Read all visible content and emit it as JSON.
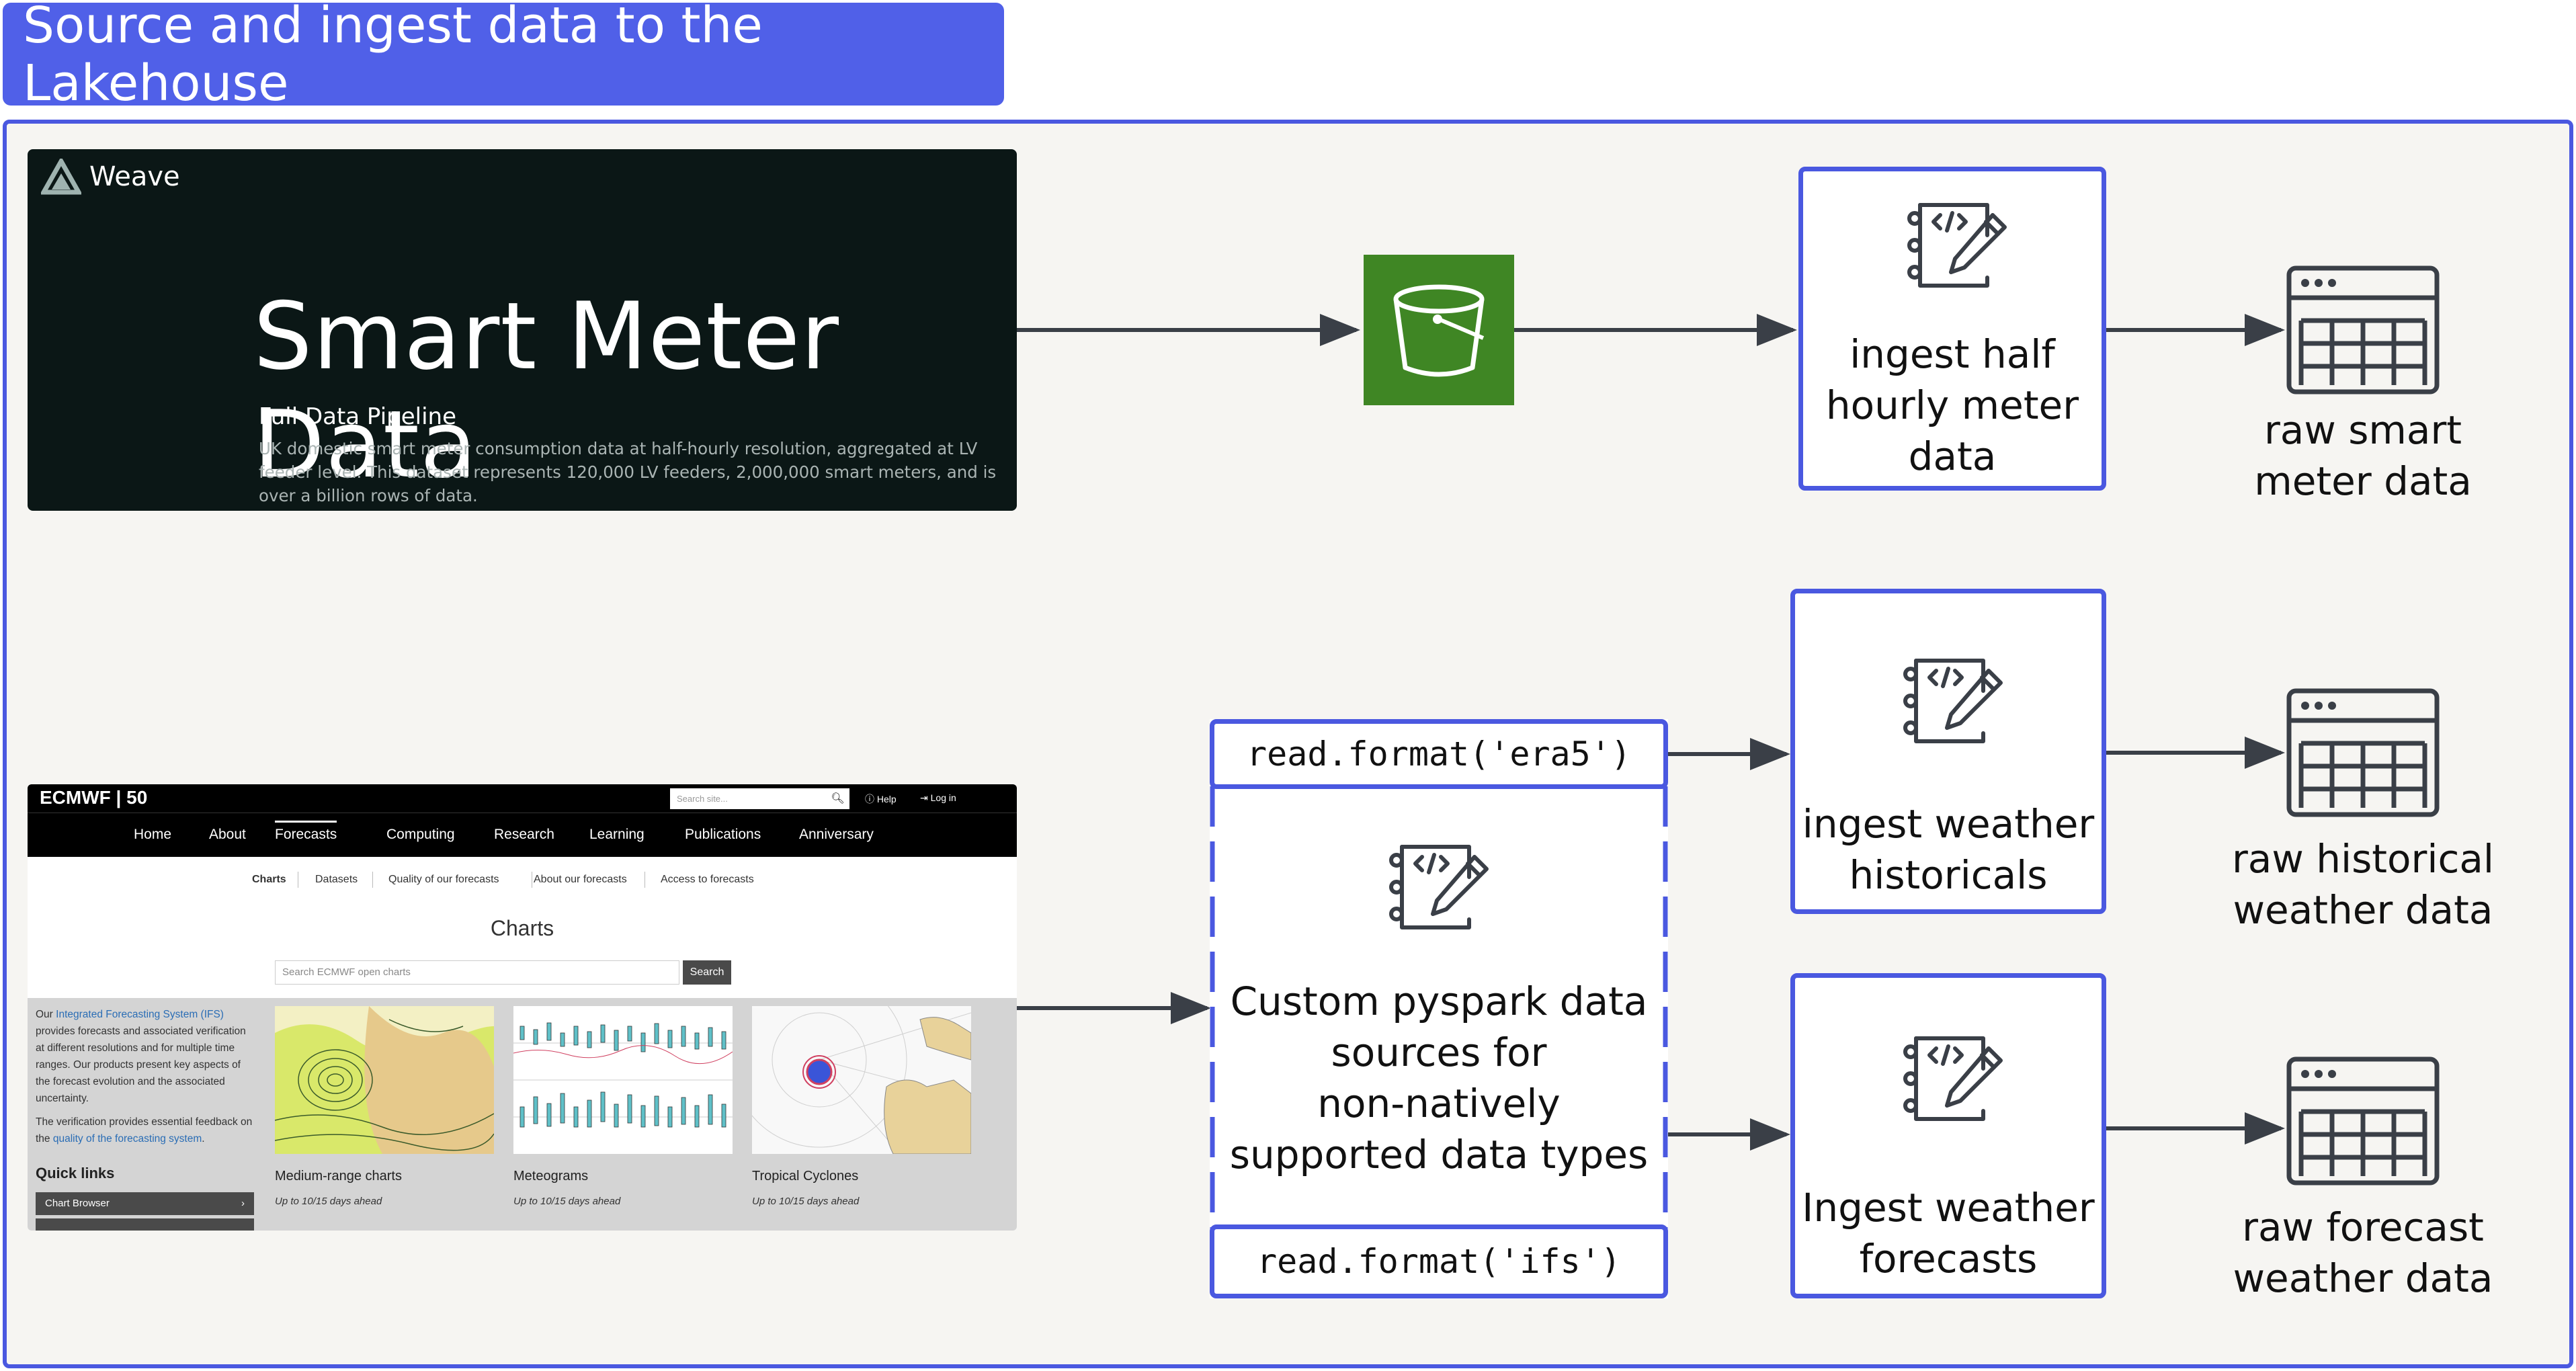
{
  "title": "Source and ingest data to the Lakehouse",
  "weave": {
    "logo": "Weave",
    "heading": "Smart Meter Data",
    "subheading": "Full Data Pipeline",
    "description": "UK domestic smart meter consumption data at half-hourly resolution, aggregated at LV feeder level. This dataset represents 120,000 LV feeders, 2,000,000 smart meters, and is over a billion rows of data."
  },
  "ecmwf": {
    "logo": "ECMWF | 50",
    "search_placeholder": "Search site...",
    "help": "Help",
    "login": "Log in",
    "nav": [
      "Home",
      "About",
      "Forecasts",
      "Computing",
      "Research",
      "Learning",
      "Publications",
      "Anniversary"
    ],
    "subnav": [
      "Charts",
      "Datasets",
      "Quality of our forecasts",
      "About our forecasts",
      "Access to forecasts"
    ],
    "page_title": "Charts",
    "charts_search_placeholder": "Search ECMWF open charts",
    "search_button": "Search",
    "side_text_1a": "Our ",
    "side_link_1": "Integrated Forecasting System (IFS)",
    "side_text_1b": " provides forecasts and associated verification at different resolutions and for multiple time ranges. Our products present key aspects of the forecast evolution and the associated uncertainty.",
    "side_text_2a": "The verification provides essential feedback on the ",
    "side_link_2": "quality of the forecasting system",
    "side_text_2b": ".",
    "quick_links": "Quick links",
    "chart_browser": "Chart Browser",
    "cards": [
      {
        "title": "Medium-range charts",
        "sub": "Up to 10/15 days ahead"
      },
      {
        "title": "Meteograms",
        "sub": "Up to 10/15 days ahead"
      },
      {
        "title": "Tropical Cyclones",
        "sub": "Up to 10/15 days ahead"
      }
    ]
  },
  "nodes": {
    "ingest_meter": [
      "ingest half",
      "hourly meter",
      "data"
    ],
    "raw_meter": [
      "raw smart",
      "meter data"
    ],
    "ingest_hist": [
      "ingest weather",
      "historicals"
    ],
    "raw_hist": [
      "raw historical",
      "weather data"
    ],
    "ingest_fc": [
      "Ingest weather",
      "forecasts"
    ],
    "raw_fc": [
      "raw forecast",
      "weather data"
    ],
    "custom_source": [
      "Custom pyspark data",
      "sources for",
      "non-natively",
      "supported data types"
    ],
    "code_era5": "read.format('era5')",
    "code_ifs": "read.format('ifs')"
  },
  "icons": {
    "bucket": "s3-bucket-icon",
    "notebook": "notebook-code-icon",
    "table": "table-icon"
  },
  "colors": {
    "accent": "#4a58e0",
    "banner": "#5060e8",
    "bucket_bg": "#3f8624",
    "arrow": "#3a3f47"
  }
}
